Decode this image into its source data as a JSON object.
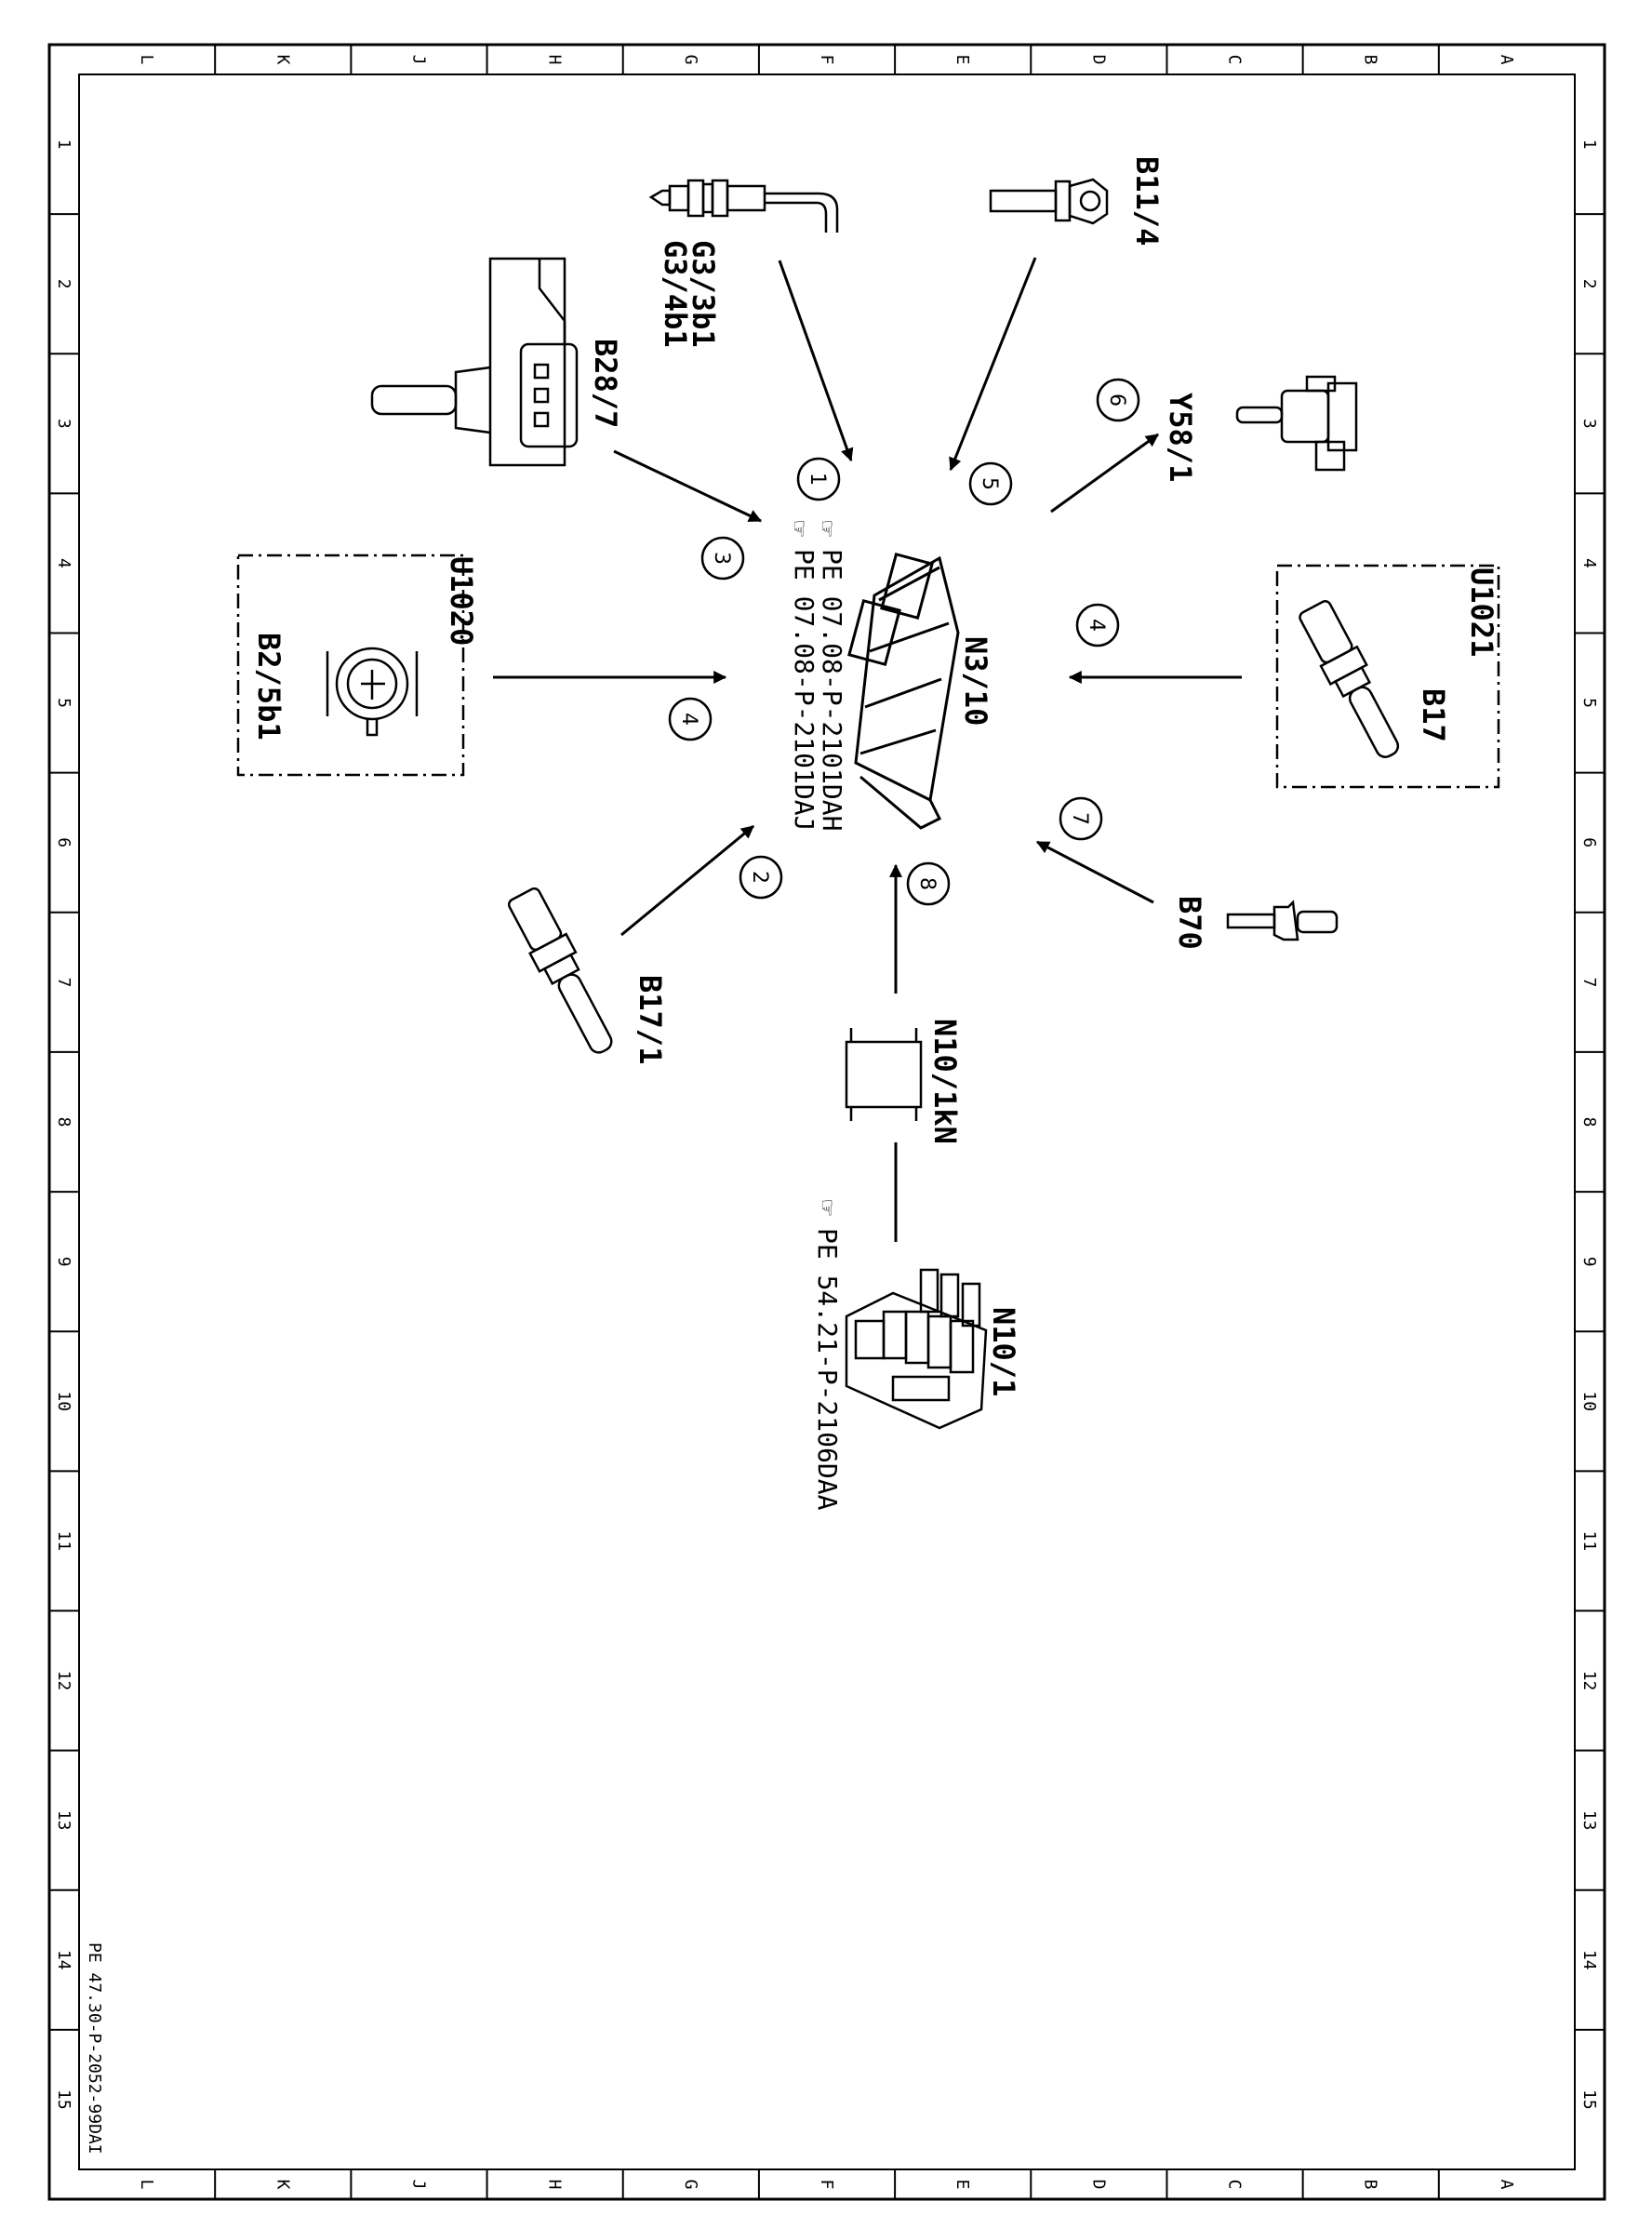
{
  "title_block": {
    "document_ref": "PE 47.30-P-2052-99DAI"
  },
  "grid": {
    "letters": [
      "L",
      "K",
      "J",
      "H",
      "G",
      "F",
      "E",
      "D",
      "C",
      "B",
      "A"
    ],
    "numbers": [
      "1",
      "2",
      "3",
      "4",
      "5",
      "6",
      "7",
      "8",
      "9",
      "10",
      "11",
      "12",
      "13",
      "14",
      "15"
    ]
  },
  "center": {
    "label": "N3/10",
    "refs": [
      "PE 07.08-P-2101DAH",
      "PE 07.08-P-2101DAJ"
    ]
  },
  "components": {
    "g3": {
      "line1": "G3/3b1",
      "line2": "G3/4b1",
      "num": "1"
    },
    "b11_4": {
      "label": "B11/4",
      "num": "5"
    },
    "b28_7": {
      "label": "B28/7",
      "num": "3"
    },
    "y58_1": {
      "label": "Y58/1",
      "num": "6"
    },
    "u1020": {
      "group": "U1020",
      "label": "B2/5b1",
      "num": "4"
    },
    "u1021": {
      "group": "U1021",
      "label": "B17",
      "num": "4"
    },
    "b17_1": {
      "label": "B17/1",
      "num": "2"
    },
    "b70": {
      "label": "B70",
      "num": "7"
    },
    "n10_1kn": {
      "label": "N10/1kN",
      "num": "8"
    },
    "n10_1": {
      "label": "N10/1",
      "ref": "PE 54.21-P-2106DAA"
    }
  },
  "colors": {
    "line": "#000000",
    "background": "#ffffff"
  }
}
